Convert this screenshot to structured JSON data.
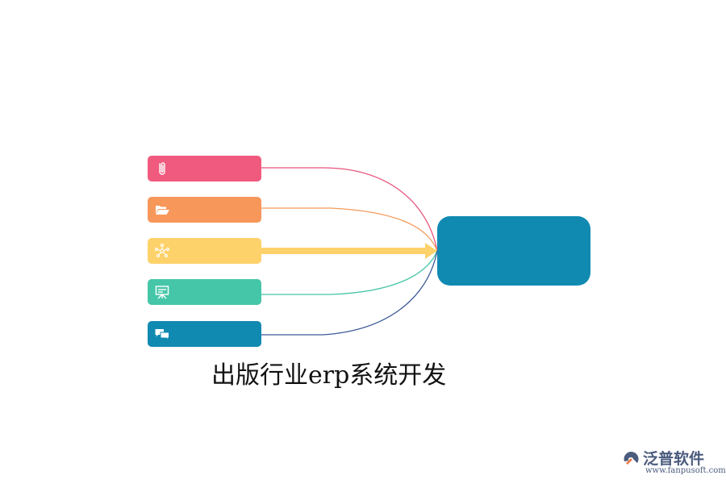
{
  "title": "出版行业erp系统开发",
  "colors": {
    "pink": "#f05a7e",
    "orange": "#f7975a",
    "yellow": "#fed26a",
    "teal": "#46c6a8",
    "blue": "#118ab2",
    "navy": "#3d5a99",
    "hub": "#118ab2",
    "logo_text": "#4a5b7d"
  },
  "branches": [
    {
      "icon": "paperclip-icon",
      "color": "#f05a7e",
      "line_color": "#e8557c"
    },
    {
      "icon": "folder-open-icon",
      "color": "#f7975a",
      "line_color": "#f39a5b"
    },
    {
      "icon": "network-icon",
      "color": "#fed26a",
      "line_color": "#fed26a"
    },
    {
      "icon": "presentation-icon",
      "color": "#46c6a8",
      "line_color": "#46c6a8"
    },
    {
      "icon": "chat-bubbles-icon",
      "color": "#118ab2",
      "line_color": "#3d5a99"
    }
  ],
  "logo": {
    "brand": "泛普软件",
    "domain": "www.fanpusoft.com"
  }
}
